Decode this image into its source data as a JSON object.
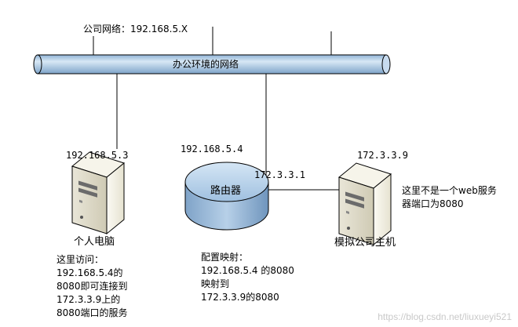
{
  "diagram": {
    "network_label": "公司网络：192.168.5.X",
    "bus_label": "办公环境的网络",
    "pc": {
      "ip": "192.168.5.3",
      "name": "个人电脑",
      "note_lines": [
        "这里访问：",
        "192.168.5.4的",
        "8080即可连接到",
        "172.3.3.9上的",
        "8080端口的服务"
      ]
    },
    "router": {
      "ip_outer": "192.168.5.4",
      "ip_inner": "172.3.3.1",
      "name": "路由器",
      "note_lines": [
        "配置映射：",
        "192.168.5.4 的8080",
        "映射到",
        "172.3.3.9的8080"
      ]
    },
    "host": {
      "ip": "172.3.3.9",
      "name": "模拟公司主机",
      "note_lines": [
        "这里不是一个web服务",
        "器端口为8080"
      ]
    },
    "watermark": "https://blog.csdn.net/liuxueyi521"
  },
  "colors": {
    "bus_fill": "#a9c8e3",
    "router_fill": "#a9c8e3",
    "line": "#000000",
    "server_body": "#f2f0e6"
  }
}
